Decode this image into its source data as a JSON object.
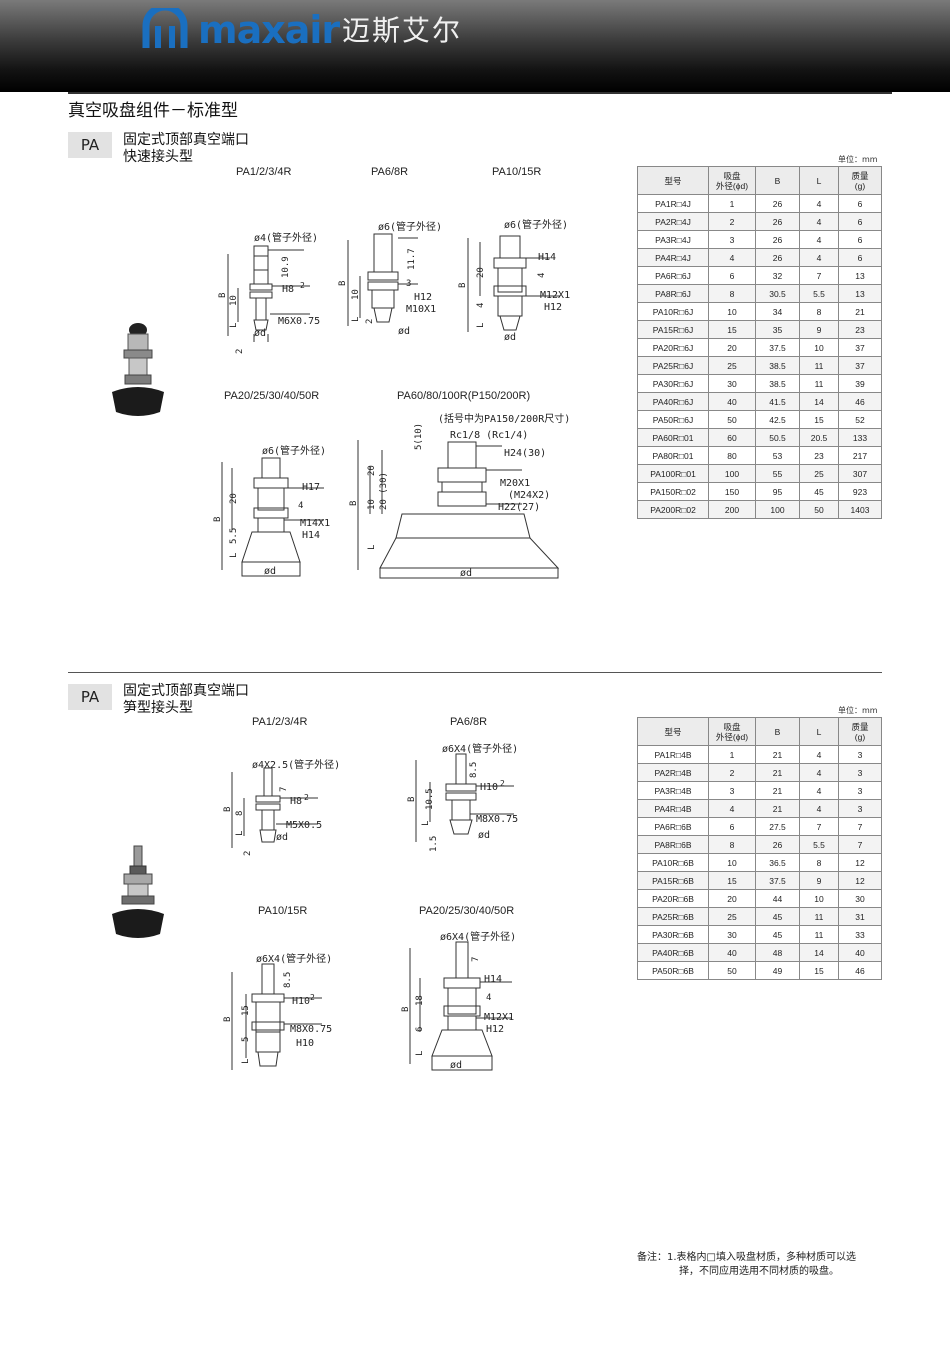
{
  "header": {
    "brand": "maxair",
    "brand_cn": "迈斯艾尔",
    "brand_color": "#1a6fc0"
  },
  "page_title": "真空吸盘组件－标准型",
  "sections": [
    {
      "badge": "PA",
      "title_line1": "固定式顶部真空端口",
      "title_line2": "快速接头型",
      "unit": "单位：mm",
      "models": [
        "PA1/2/3/4R",
        "PA6/8R",
        "PA10/15R",
        "PA20/25/30/40/50R",
        "PA60/80/100R(P150/200R)"
      ],
      "drawing_notes": {
        "d1_tube": "ø4(管子外径)",
        "d1_h": "10.9",
        "d1_h8": "H8",
        "d1_m": "M6X0.75",
        "d1_d": "ød",
        "d1_10": "10",
        "d1_2": "2",
        "d1_2b": "2",
        "d1_b": "B",
        "d1_l": "L",
        "d2_tube": "ø6(管子外径)",
        "d2_117": "11.7",
        "d2_3": "3",
        "d2_h12": "H12",
        "d2_m": "M10X1",
        "d2_d": "ød",
        "d2_10": "10",
        "d2_2": "2",
        "d2_b": "B",
        "d2_l": "L",
        "d3_tube": "ø6(管子外径)",
        "d3_h14": "H14",
        "d3_20": "20",
        "d3_4": "4",
        "d3_m": "M12X1",
        "d3_h12": "H12",
        "d3_d": "ød",
        "d3_4b": "4",
        "d3_b": "B",
        "d3_l": "L",
        "d4_tube": "ø6(管子外径)",
        "d4_h17": "H17",
        "d4_20": "20",
        "d4_4": "4",
        "d4_m": "M14X1",
        "d4_h14": "H14",
        "d4_55": "5.5",
        "d4_d": "ød",
        "d4_b": "B",
        "d4_l": "L",
        "d5_note": "(括号中为PA150/200R尺寸)",
        "d5_rc": "Rc1/8 (Rc1/4)",
        "d5_h24": "H24(30)",
        "d5_m": "M20X1",
        "d5_m2": "(M24X2)",
        "d5_h22": "H22(27)",
        "d5_510": "5(10)",
        "d5_20": "20",
        "d5_2030": "20 (30)",
        "d5_10": "10",
        "d5_b": "B",
        "d5_l": "L",
        "d5_d": "ød"
      },
      "table": {
        "headers": [
          "型号",
          "吸盘外径(ϕd)",
          "B",
          "L",
          "质量(g)"
        ],
        "header_lines": [
          [
            "型号"
          ],
          [
            "吸盘",
            "外径(ϕd)"
          ],
          [
            "B"
          ],
          [
            "L"
          ],
          [
            "质量",
            "(g)"
          ]
        ],
        "rows": [
          [
            "PA1R□4J",
            "1",
            "26",
            "4",
            "6"
          ],
          [
            "PA2R□4J",
            "2",
            "26",
            "4",
            "6"
          ],
          [
            "PA3R□4J",
            "3",
            "26",
            "4",
            "6"
          ],
          [
            "PA4R□4J",
            "4",
            "26",
            "4",
            "6"
          ],
          [
            "PA6R□6J",
            "6",
            "32",
            "7",
            "13"
          ],
          [
            "PA8R□6J",
            "8",
            "30.5",
            "5.5",
            "13"
          ],
          [
            "PA10R□6J",
            "10",
            "34",
            "8",
            "21"
          ],
          [
            "PA15R□6J",
            "15",
            "35",
            "9",
            "23"
          ],
          [
            "PA20R□6J",
            "20",
            "37.5",
            "10",
            "37"
          ],
          [
            "PA25R□6J",
            "25",
            "38.5",
            "11",
            "37"
          ],
          [
            "PA30R□6J",
            "30",
            "38.5",
            "11",
            "39"
          ],
          [
            "PA40R□6J",
            "40",
            "41.5",
            "14",
            "46"
          ],
          [
            "PA50R□6J",
            "50",
            "42.5",
            "15",
            "52"
          ],
          [
            "PA60R□01",
            "60",
            "50.5",
            "20.5",
            "133"
          ],
          [
            "PA80R□01",
            "80",
            "53",
            "23",
            "217"
          ],
          [
            "PA100R□01",
            "100",
            "55",
            "25",
            "307"
          ],
          [
            "PA150R□02",
            "150",
            "95",
            "45",
            "923"
          ],
          [
            "PA200R□02",
            "200",
            "100",
            "50",
            "1403"
          ]
        ]
      }
    },
    {
      "badge": "PA",
      "title_line1": "固定式顶部真空端口",
      "title_line2": "笋型接头型",
      "unit": "单位：mm",
      "models": [
        "PA1/2/3/4R",
        "PA6/8R",
        "PA10/15R",
        "PA20/25/30/40/50R"
      ],
      "drawing_notes": {
        "e1_tube": "ø4X2.5(管子外径)",
        "e1_7": "7",
        "e1_h8": "H8",
        "e1_m": "M5X0.5",
        "e1_d": "ød",
        "e1_8": "8",
        "e1_2": "2",
        "e1_2b": "2",
        "e1_b": "B",
        "e1_l": "L",
        "e2_tube": "ø6X4(管子外径)",
        "e2_85": "8.5",
        "e2_h10": "H10",
        "e2_105": "10.5",
        "e2_m": "M8X0.75",
        "e2_d": "ød",
        "e2_15": "1.5",
        "e2_2": "2",
        "e2_b": "B",
        "e2_l": "L",
        "e3_tube": "ø6X4(管子外径)",
        "e3_85": "8.5",
        "e3_15": "15",
        "e3_h10": "H10",
        "e3_m": "M8X0.75",
        "e3_h10b": "H10",
        "e3_5": "5",
        "e3_2": "2",
        "e3_b": "B",
        "e3_l": "L",
        "e4_tube": "ø6X4(管子外径)",
        "e4_7": "7",
        "e4_h14": "H14",
        "e4_18": "18",
        "e4_4": "4",
        "e4_m": "M12X1",
        "e4_h12": "H12",
        "e4_6": "6",
        "e4_d": "ød",
        "e4_b": "B",
        "e4_l": "L"
      },
      "table": {
        "headers": [
          "型号",
          "吸盘外径(ϕd)",
          "B",
          "L",
          "质量(g)"
        ],
        "header_lines": [
          [
            "型号"
          ],
          [
            "吸盘",
            "外径(ϕd)"
          ],
          [
            "B"
          ],
          [
            "L"
          ],
          [
            "质量",
            "(g)"
          ]
        ],
        "rows": [
          [
            "PA1R□4B",
            "1",
            "21",
            "4",
            "3"
          ],
          [
            "PA2R□4B",
            "2",
            "21",
            "4",
            "3"
          ],
          [
            "PA3R□4B",
            "3",
            "21",
            "4",
            "3"
          ],
          [
            "PA4R□4B",
            "4",
            "21",
            "4",
            "3"
          ],
          [
            "PA6R□6B",
            "6",
            "27.5",
            "7",
            "7"
          ],
          [
            "PA8R□6B",
            "8",
            "26",
            "5.5",
            "7"
          ],
          [
            "PA10R□6B",
            "10",
            "36.5",
            "8",
            "12"
          ],
          [
            "PA15R□6B",
            "15",
            "37.5",
            "9",
            "12"
          ],
          [
            "PA20R□6B",
            "20",
            "44",
            "10",
            "30"
          ],
          [
            "PA25R□6B",
            "25",
            "45",
            "11",
            "31"
          ],
          [
            "PA30R□6B",
            "30",
            "45",
            "11",
            "33"
          ],
          [
            "PA40R□6B",
            "40",
            "48",
            "14",
            "40"
          ],
          [
            "PA50R□6B",
            "50",
            "49",
            "15",
            "46"
          ]
        ]
      }
    }
  ],
  "note": {
    "line1": "备注：1.表格内□填入吸盘材质，多种材质可以选",
    "line2": "择，不同应用选用不同材质的吸盘。"
  }
}
